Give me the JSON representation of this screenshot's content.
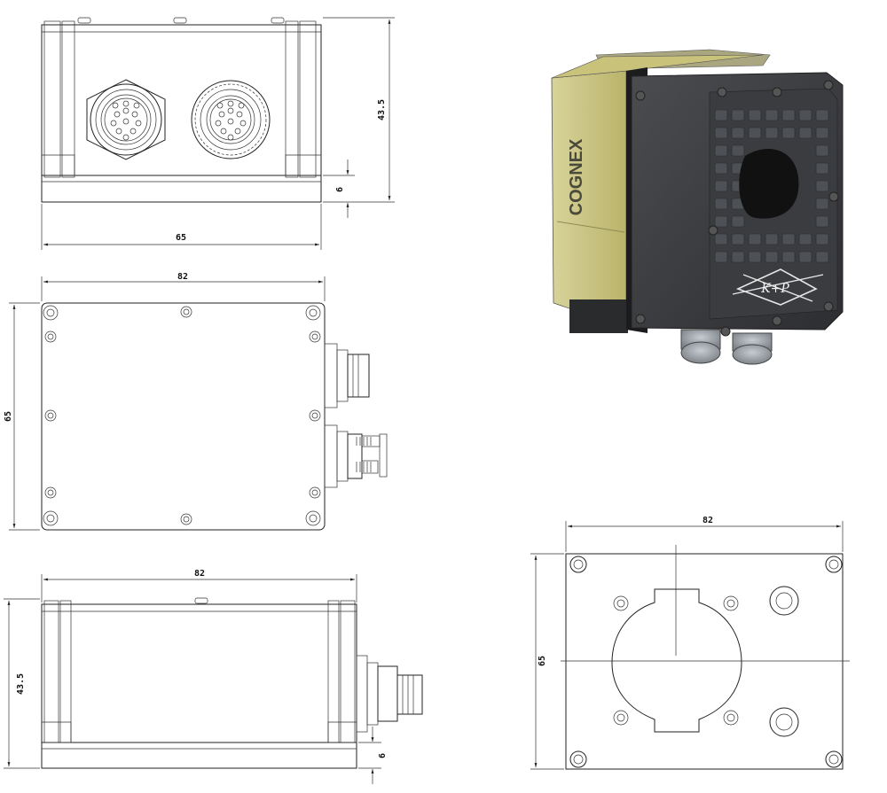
{
  "views": {
    "front": {
      "dim_width": "65",
      "dim_height": "43.5",
      "dim_base": "6"
    },
    "top": {
      "dim_width": "82",
      "dim_height": "65"
    },
    "side": {
      "dim_width": "82",
      "dim_height": "43.5",
      "dim_base": "6"
    },
    "mount": {
      "dim_width": "82",
      "dim_height": "65"
    }
  },
  "product": {
    "brand": "COGNEX",
    "logo": "K+P"
  },
  "colors": {
    "housing_yellow": "#c9c27a",
    "housing_dark": "#3b3d40",
    "cable_gray": "#9aa0a6"
  }
}
